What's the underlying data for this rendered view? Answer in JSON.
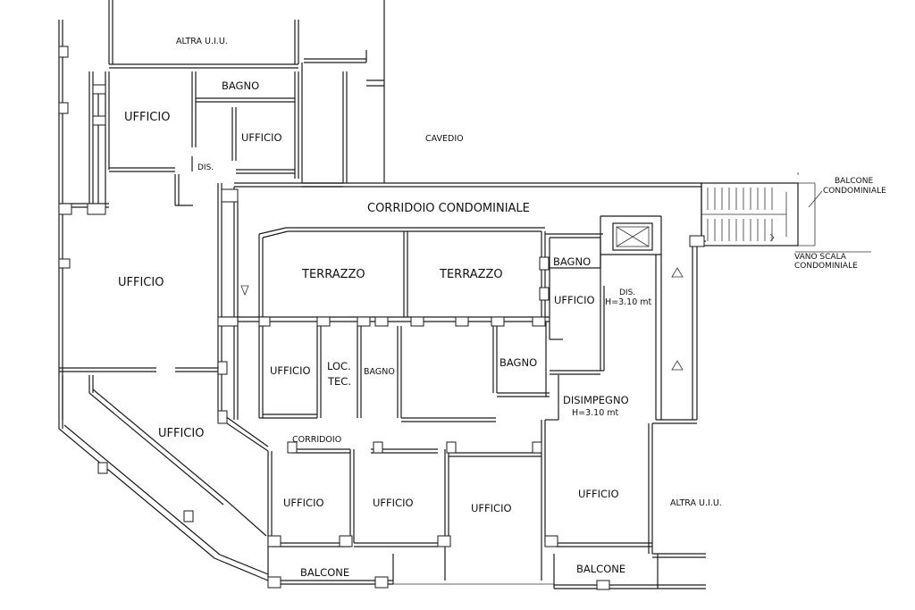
{
  "labels": {
    "altra_uiu_top": "ALTRA U.I.U.",
    "bagno_top": "BAGNO",
    "ufficio_topleft": "UFFICIO",
    "ufficio_top2": "UFFICIO",
    "dis_top": "DIS.",
    "cavedio": "CAVEDIO",
    "balcone_condominiale_1": "BALCONE",
    "balcone_condominiale_2": "CONDOMINIALE",
    "corridoio_condominiale": "CORRIDOIO CONDOMINIALE",
    "vano_scala_1": "VANO SCALA",
    "vano_scala_2": "CONDOMINIALE",
    "ufficio_left": "UFFICIO",
    "terrazzo_1": "TERRAZZO",
    "terrazzo_2": "TERRAZZO",
    "bagno_right": "BAGNO",
    "ufficio_small": "UFFICIO",
    "dis_right": "DIS.",
    "h_dis": "H=3.10 mt",
    "ufficio_mid": "UFFICIO",
    "loc_tec_1": "LOC.",
    "loc_tec_2": "TEC.",
    "bagno_mid": "BAGNO",
    "bagno_mid2": "BAGNO",
    "disimpegno": "DISIMPEGNO",
    "h_disimpegno": "H=3.10 mt",
    "ufficio_bottomleft": "UFFICIO",
    "corridoio": "CORRIDOIO",
    "ufficio_b1": "UFFICIO",
    "ufficio_b2": "UFFICIO",
    "ufficio_b3": "UFFICIO",
    "ufficio_b4": "UFFICIO",
    "altra_uiu_right": "ALTRA U.I.U.",
    "balcone_1": "BALCONE",
    "balcone_2": "BALCONE"
  }
}
